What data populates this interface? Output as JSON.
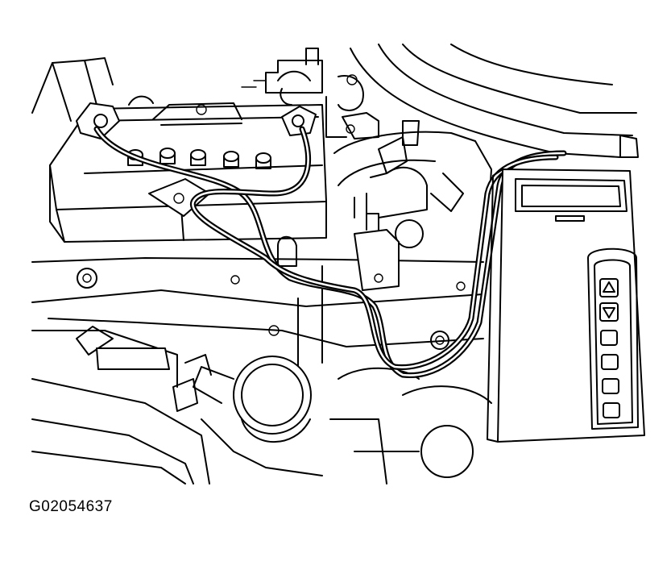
{
  "figure": {
    "id_label": "G02054637"
  },
  "tester": {
    "buttons": [
      {
        "icon": "up-arrow-icon"
      },
      {
        "icon": "down-arrow-icon"
      },
      {
        "icon": "blank-button"
      },
      {
        "icon": "blank-button"
      },
      {
        "icon": "blank-button"
      },
      {
        "icon": "blank-button"
      }
    ]
  },
  "colors": {
    "line": "#000000",
    "background": "#ffffff"
  }
}
